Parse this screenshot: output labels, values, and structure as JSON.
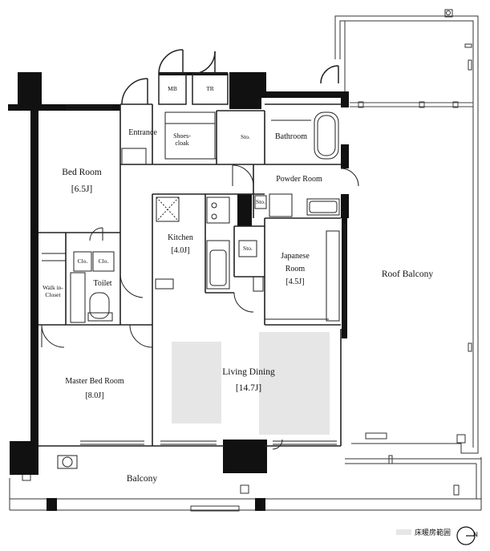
{
  "rooms": {
    "bed_room": {
      "name": "Bed Room",
      "size": "[6.5J]"
    },
    "entrance": "Entrance",
    "shoes_cloak": "Shoes-\ncloak",
    "mb": "MB",
    "tr": "TR",
    "sto_entrance": "Sto.",
    "bathroom": "Bathroom",
    "powder_room": "Powder Room",
    "sto_small": "Sto.",
    "kitchen": {
      "name": "Kitchen",
      "size": "[4.0J]"
    },
    "sto_kitchen": "Sto.",
    "japanese": {
      "name": "Japanese\nRoom",
      "size": "[4.5J]"
    },
    "clo1": "Clo.",
    "clo2": "Clo.",
    "walk_in": "Walk in-\nCloset",
    "toilet": "Toilet",
    "master": {
      "name": "Master Bed Room",
      "size": "[8.0J]"
    },
    "living": {
      "name": "Living Dining",
      "size": "[14.7J]"
    },
    "roof_balcony": "Roof Balcony",
    "balcony": "Balcony"
  },
  "legend": {
    "text": "床暖房範囲",
    "swatch_color": "#e6e6e6"
  },
  "compass": {
    "label": "N",
    "icon": "north-arrow-icon"
  }
}
